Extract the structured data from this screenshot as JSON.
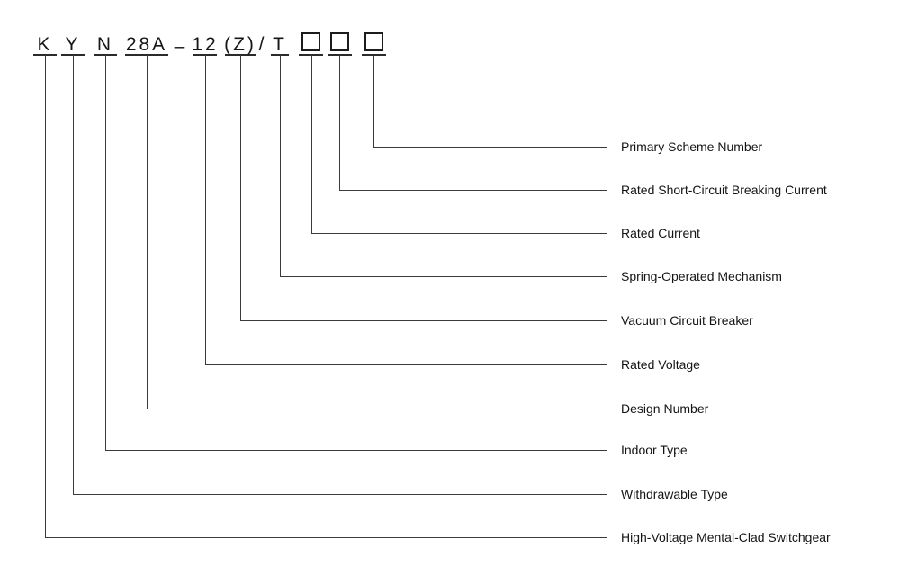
{
  "colors": {
    "background": "#ffffff",
    "line": "#3a3a3a",
    "underline": "#2b2b2b",
    "text": "#161616",
    "box_border": "#1c1c1c"
  },
  "code_line": {
    "k": "K",
    "y": "Y",
    "n": "N",
    "design": "28A",
    "dash": "–",
    "voltage": "12",
    "breaker": "(Z)",
    "slash": "/",
    "mechanism": "T"
  },
  "legend_rows": [
    {
      "label": "Primary Scheme Number"
    },
    {
      "label": "Rated Short-Circuit Breaking Current"
    },
    {
      "label": "Rated Current"
    },
    {
      "label": "Spring-Operated Mechanism"
    },
    {
      "label": "Vacuum Circuit Breaker"
    },
    {
      "label": "Rated Voltage"
    },
    {
      "label": "Design Number"
    },
    {
      "label": "Indoor Type"
    },
    {
      "label": "Withdrawable Type"
    },
    {
      "label": "High-Voltage Mental-Clad Switchgear"
    }
  ]
}
